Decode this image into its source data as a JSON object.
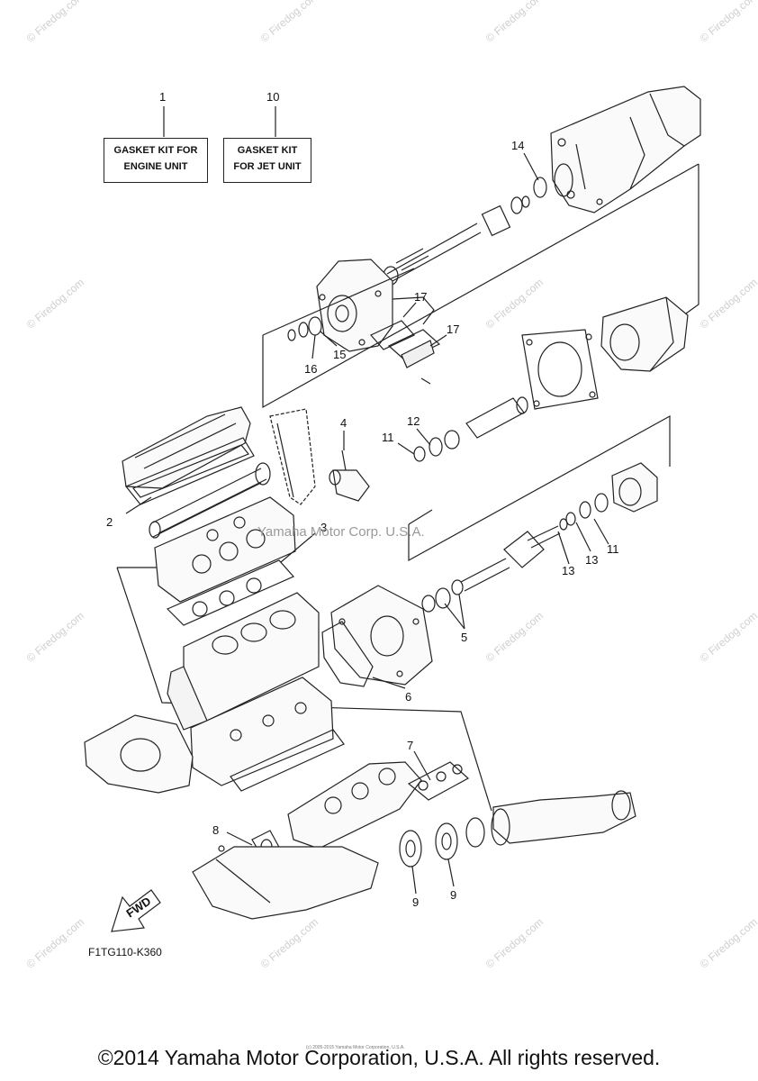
{
  "kits": [
    {
      "number": "1",
      "line1": "GASKET KIT FOR",
      "line2": "ENGINE UNIT"
    },
    {
      "number": "10",
      "line1": "GASKET KIT",
      "line2": "FOR JET UNIT"
    }
  ],
  "callouts": {
    "c14": "14",
    "c17a": "17",
    "c17b": "17",
    "c16": "16",
    "c15": "15",
    "c4": "4",
    "c12": "12",
    "c11a": "11",
    "c11b": "11",
    "c2": "2",
    "c3": "3",
    "c13a": "13",
    "c13b": "13",
    "c5": "5",
    "c6": "6",
    "c7": "7",
    "c8": "8",
    "c9a": "9",
    "c9b": "9"
  },
  "fwd_label": "FWD",
  "figure_code": "F1TG110-K360",
  "watermark": "Yamaha Motor Corp. U.S.A.",
  "site_mark": "© Firedog.com",
  "tiny_note": "(c) 2005-2015 Yamaha Motor Corporation, U.S.A.",
  "copyright": "©2014 Yamaha Motor Corporation, U.S.A. All rights reserved."
}
